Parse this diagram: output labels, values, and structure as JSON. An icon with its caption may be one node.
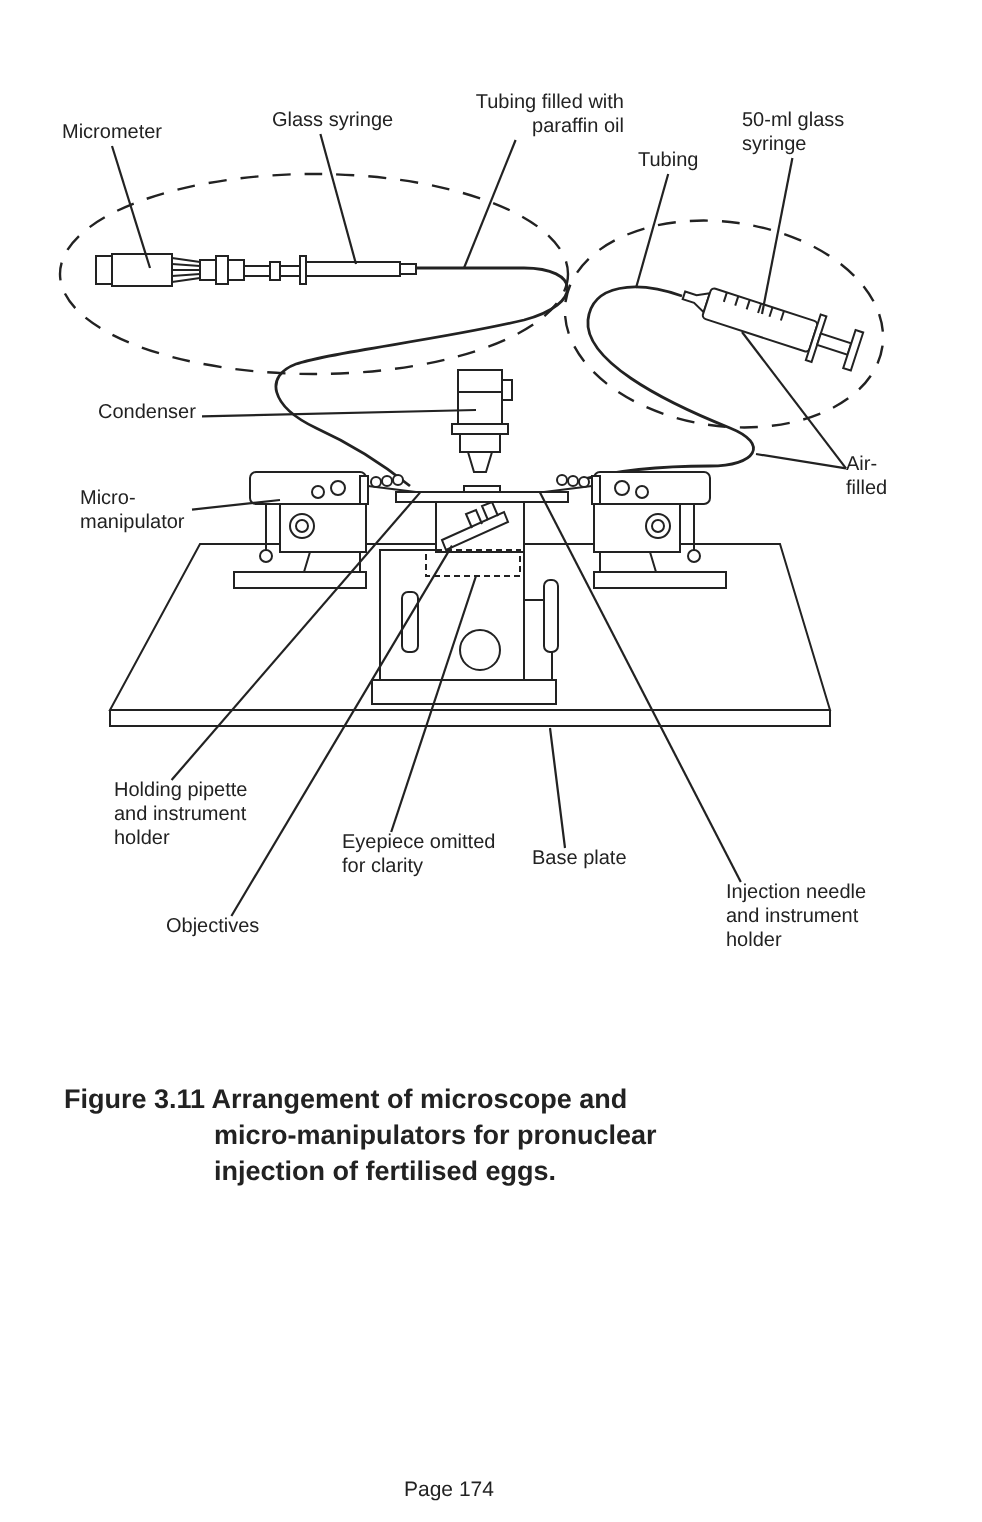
{
  "diagram": {
    "caption": "Figure 3.11 Arrangement of microscope and micro-manipulators for pronuclear injection of fertilised eggs.",
    "nodes": [
      {
        "text": [
          "Micrometer"
        ]
      },
      {
        "text": [
          "Glass syringe"
        ]
      },
      {
        "text": [
          "Tubing filled with paraffin oil"
        ]
      },
      {
        "text": [
          "50-ml glass syringe"
        ]
      },
      {
        "text": [
          "Tubing"
        ]
      },
      {
        "text": [
          "Condenser"
        ]
      },
      {
        "text": [
          "Air-filled"
        ]
      },
      {
        "text": [
          "Micro-manipulator"
        ]
      },
      {
        "text": [
          "Holding pipette and instrument holder"
        ]
      },
      {
        "text": [
          "Eyepiece omitted for clarity"
        ]
      },
      {
        "text": [
          "Base plate"
        ]
      },
      {
        "text": [
          "Injection needle and instrument holder"
        ]
      },
      {
        "text": [
          "Objectives"
        ]
      }
    ],
    "edges": [
      {
        "from": 0,
        "to": null,
        "arrow": "none"
      },
      {
        "from": 1,
        "to": null,
        "arrow": "none"
      },
      {
        "from": 2,
        "to": null,
        "arrow": "none"
      },
      {
        "from": 3,
        "to": null,
        "arrow": "none"
      },
      {
        "from": 4,
        "to": null,
        "arrow": "none"
      },
      {
        "from": 5,
        "to": null,
        "arrow": "none"
      },
      {
        "from": 6,
        "to": null,
        "arrow": "none"
      },
      {
        "from": 6,
        "to": null,
        "arrow": "none"
      },
      {
        "from": 7,
        "to": null,
        "arrow": "none"
      },
      {
        "from": 8,
        "to": null,
        "arrow": "none"
      },
      {
        "from": 9,
        "to": null,
        "arrow": "none"
      },
      {
        "from": 10,
        "to": null,
        "arrow": "none"
      },
      {
        "from": 11,
        "to": null,
        "arrow": "none"
      },
      {
        "from": 12,
        "to": null,
        "arrow": "none"
      }
    ],
    "labels": [
      "Page 174"
    ]
  }
}
